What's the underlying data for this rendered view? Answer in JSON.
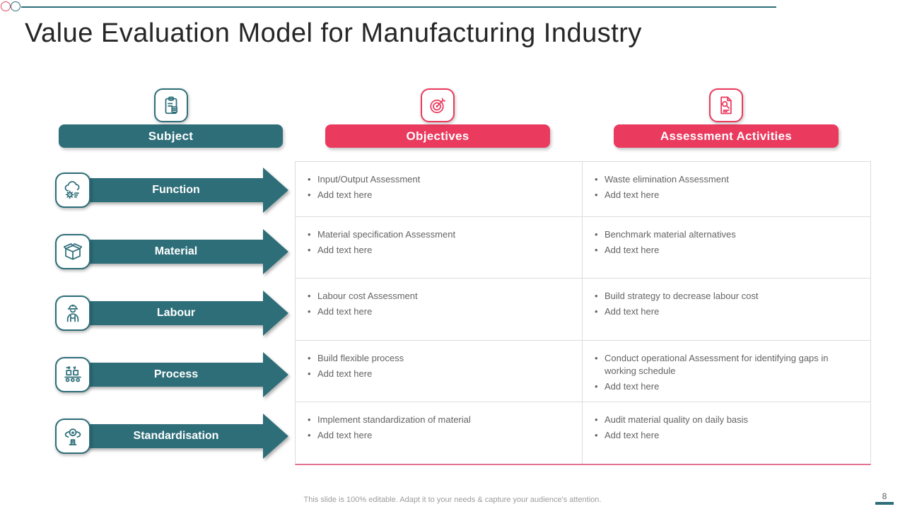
{
  "slide": {
    "title": "Value Evaluation Model for Manufacturing Industry",
    "footer": "This slide is 100% editable. Adapt it to your needs & capture your audience's attention.",
    "page_number": "8"
  },
  "colors": {
    "teal": "#2e6e79",
    "pink": "#ea3a5e",
    "body_text_gray": "#646464",
    "table_border_gray": "#dcdcdc",
    "table_bottom_pink": "#e5728f",
    "footer_gray": "#9c9c9c"
  },
  "columns": [
    {
      "label": "Subject",
      "icon": "clipboard-checklist-icon",
      "color": "teal"
    },
    {
      "label": "Objectives",
      "icon": "target-arrow-icon",
      "color": "pink"
    },
    {
      "label": "Assessment Activities",
      "icon": "document-magnifier-icon",
      "color": "pink"
    }
  ],
  "subjects": [
    {
      "label": "Function",
      "icon": "cloud-gear-icon"
    },
    {
      "label": "Material",
      "icon": "open-box-icon"
    },
    {
      "label": "Labour",
      "icon": "worker-hardhat-icon"
    },
    {
      "label": "Process",
      "icon": "conveyor-belt-icon"
    },
    {
      "label": "Standardisation",
      "icon": "award-ribbon-icon"
    }
  ],
  "table": {
    "rows": [
      {
        "objectives": [
          "Input/Output Assessment",
          "Add text here"
        ],
        "activities": [
          "Waste elimination Assessment",
          "Add text here"
        ]
      },
      {
        "objectives": [
          "Material specification Assessment",
          "Add text here"
        ],
        "activities": [
          "Benchmark material alternatives",
          "Add text here"
        ]
      },
      {
        "objectives": [
          "Labour cost Assessment",
          "Add text here"
        ],
        "activities": [
          "Build strategy to decrease labour cost",
          "Add text here"
        ]
      },
      {
        "objectives": [
          "Build flexible process",
          "Add text here"
        ],
        "activities": [
          "Conduct operational Assessment for identifying gaps in working schedule",
          "Add text here"
        ]
      },
      {
        "objectives": [
          "Implement standardization of material",
          "Add text here"
        ],
        "activities": [
          "Audit material quality on daily basis",
          "Add text here"
        ]
      }
    ]
  }
}
